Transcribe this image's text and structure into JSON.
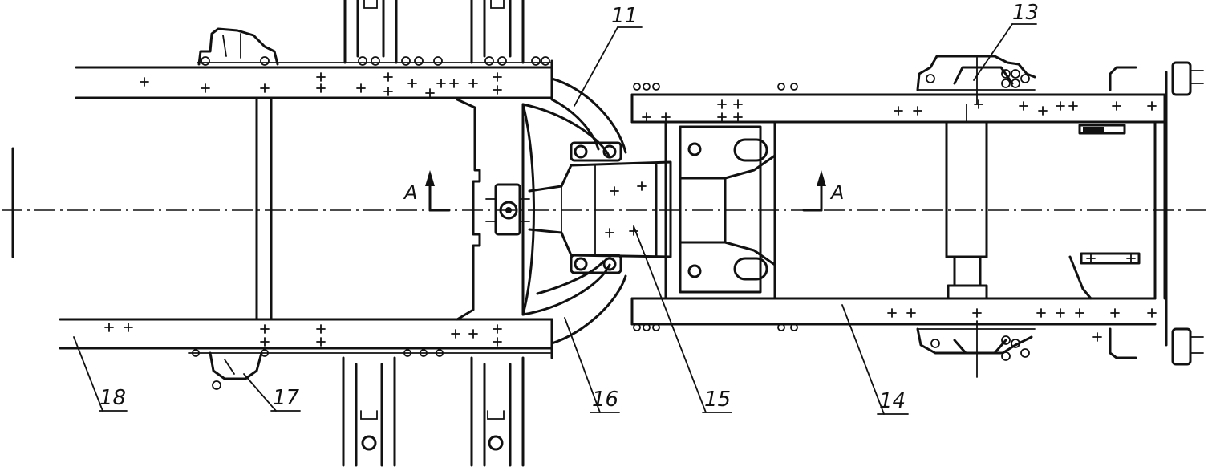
{
  "diagram": {
    "section_marks": [
      "A",
      "A"
    ],
    "callouts": [
      "11",
      "13",
      "14",
      "15",
      "16",
      "17",
      "18"
    ]
  }
}
